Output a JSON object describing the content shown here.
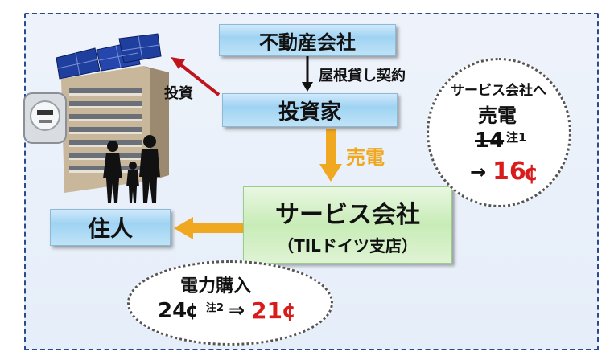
{
  "nodes": {
    "real_estate": "不動産会社",
    "investor": "投資家",
    "service_company": "サービス会社",
    "service_branch": "（TILドイツ支店）",
    "resident": "住人"
  },
  "edges": {
    "roof_lease": "屋根貸し契約",
    "investment": "投資",
    "power_sale": "売電"
  },
  "callout_sell": {
    "heading": "サービス会社へ",
    "title": "売電",
    "old_price": "14",
    "note": "注1",
    "arrow": "→",
    "new_price": "16",
    "unit": "¢"
  },
  "callout_buy": {
    "title": "電力購入",
    "old_price": "24",
    "unit": "¢",
    "note": "注2",
    "arrow": "⇒",
    "new_price": "21"
  },
  "colors": {
    "accent_red": "#d81c1c",
    "accent_orange": "#f0a820",
    "investment_arrow": "#c0141c"
  }
}
